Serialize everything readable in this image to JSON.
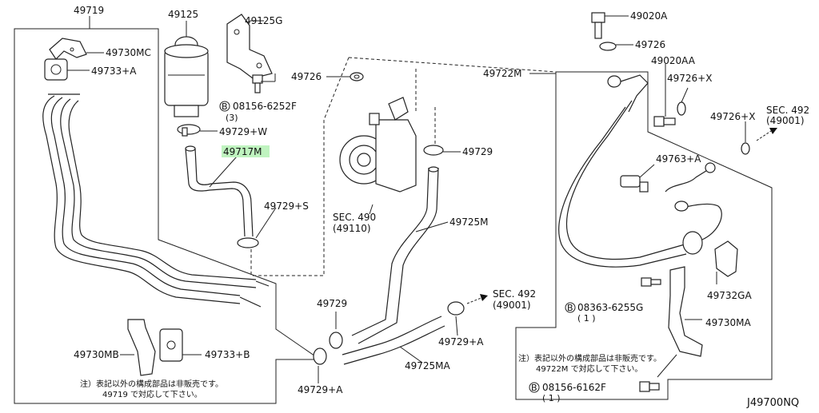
{
  "labels": {
    "p49719": "49719",
    "p49730mc": "49730MC",
    "p49733a": "49733+A",
    "p49125": "49125",
    "p49125g": "49125G",
    "p08156_6252f": "08156-6252F",
    "p08156_6252f_qty": "(3)",
    "p49729w": "49729+W",
    "p49717m": "49717M",
    "p49729s": "49729+S",
    "p49726_mid": "49726",
    "sec490": "SEC. 490",
    "sec490_ref": "(49110)",
    "p49729_mid": "49729",
    "p49725m": "49725M",
    "p49729_low": "49729",
    "p49729a_bottom": "49729+A",
    "p49725ma": "49725MA",
    "p49729a_right": "49729+A",
    "sec492_mid": "SEC. 492",
    "sec492_mid_ref": "(49001)",
    "p49730mb": "49730MB",
    "p49733b": "49733+B",
    "note_left_1": "注）表記以外の構成部品は非販売です。",
    "note_left_2": "49719 で対応して下さい。",
    "p49020a": "49020A",
    "p49726_top": "49726",
    "p49722m": "49722M",
    "p49020aa": "49020AA",
    "p49726x_top": "49726+X",
    "p49726x_right": "49726+X",
    "sec492_right": "SEC. 492",
    "sec492_right_ref": "(49001)",
    "p49763a": "49763+A",
    "p49732ga": "49732GA",
    "p08363_6255g": "08363-6255G",
    "p08363_6255g_qty": "( 1 )",
    "p49730ma": "49730MA",
    "note_right_1": "注）表記以外の構成部品は非販売です。",
    "note_right_2": "49722M で対応して下さい。",
    "p08156_6162f": "08156-6162F",
    "p08156_6162f_qty": "( 1 )",
    "bolt_mark": "B",
    "diagram_ref": "J49700NQ"
  },
  "colors": {
    "highlight": "#bff3bf",
    "line": "#222222"
  }
}
